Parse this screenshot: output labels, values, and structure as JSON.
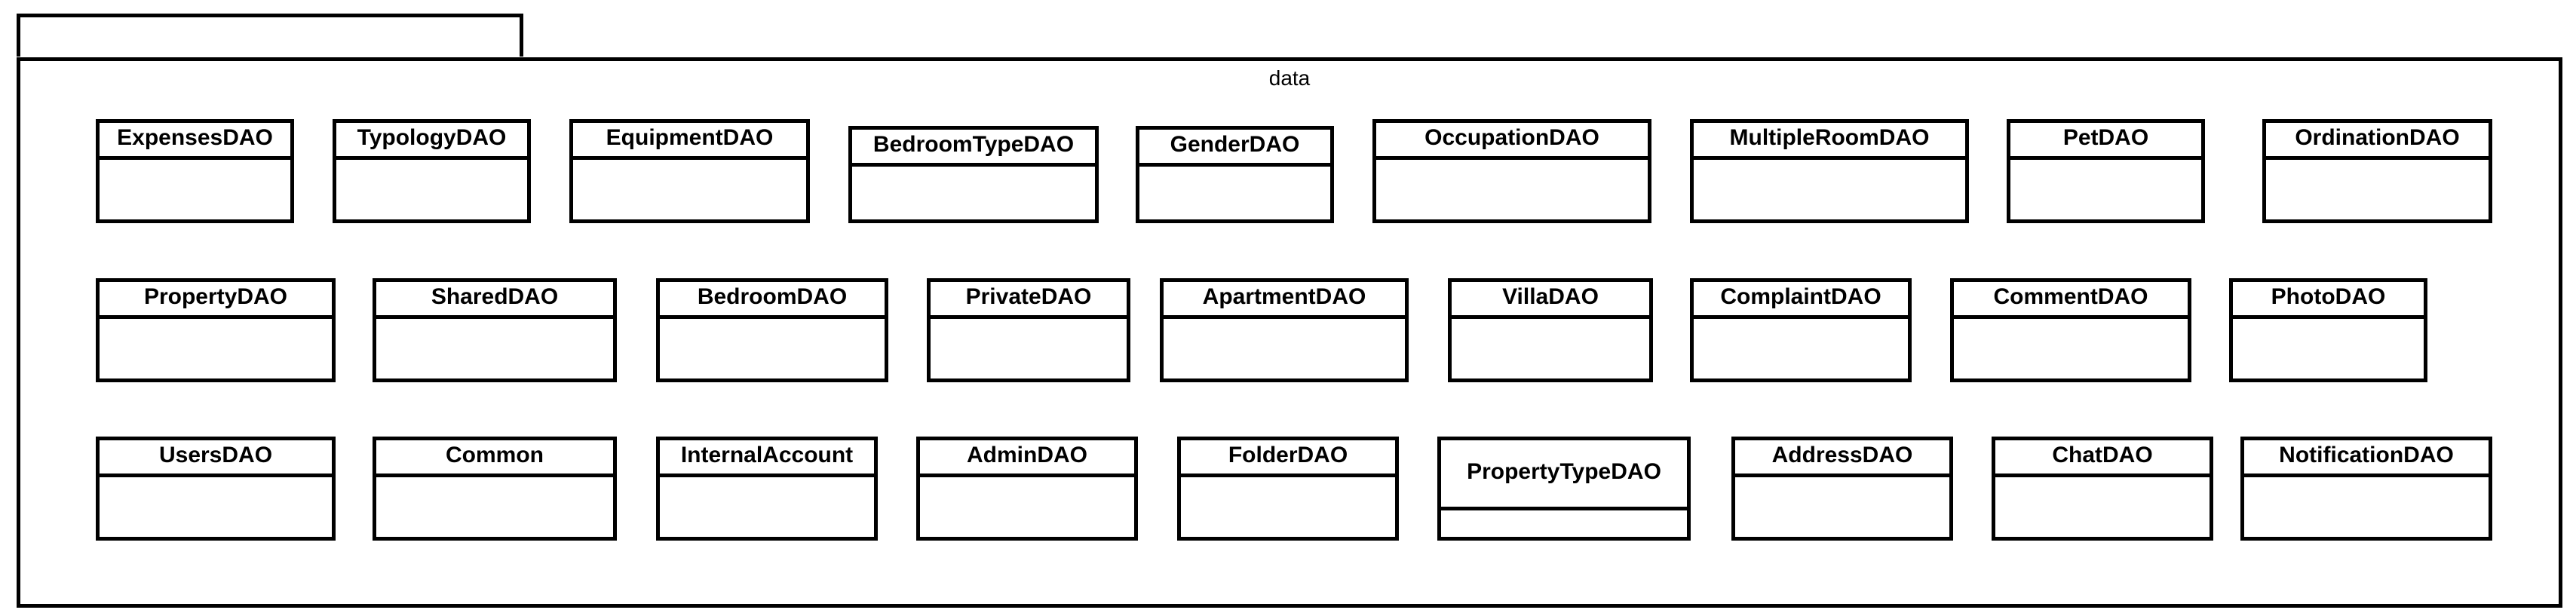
{
  "package": {
    "name": "data"
  },
  "classes": [
    "ExpensesDAO",
    "TypologyDAO",
    "EquipmentDAO",
    "BedroomTypeDAO",
    "GenderDAO",
    "OccupationDAO",
    "MultipleRoomDAO",
    "PetDAO",
    "OrdinationDAO",
    "PropertyDAO",
    "SharedDAO",
    "BedroomDAO",
    "PrivateDAO",
    "ApartmentDAO",
    "VillaDAO",
    "ComplaintDAO",
    "CommentDAO",
    "PhotoDAO",
    "UsersDAO",
    "Common",
    "InternalAccount",
    "AdminDAO",
    "FolderDAO",
    "PropertyTypeDAO",
    "AddressDAO",
    "ChatDAO",
    "NotificationDAO"
  ]
}
